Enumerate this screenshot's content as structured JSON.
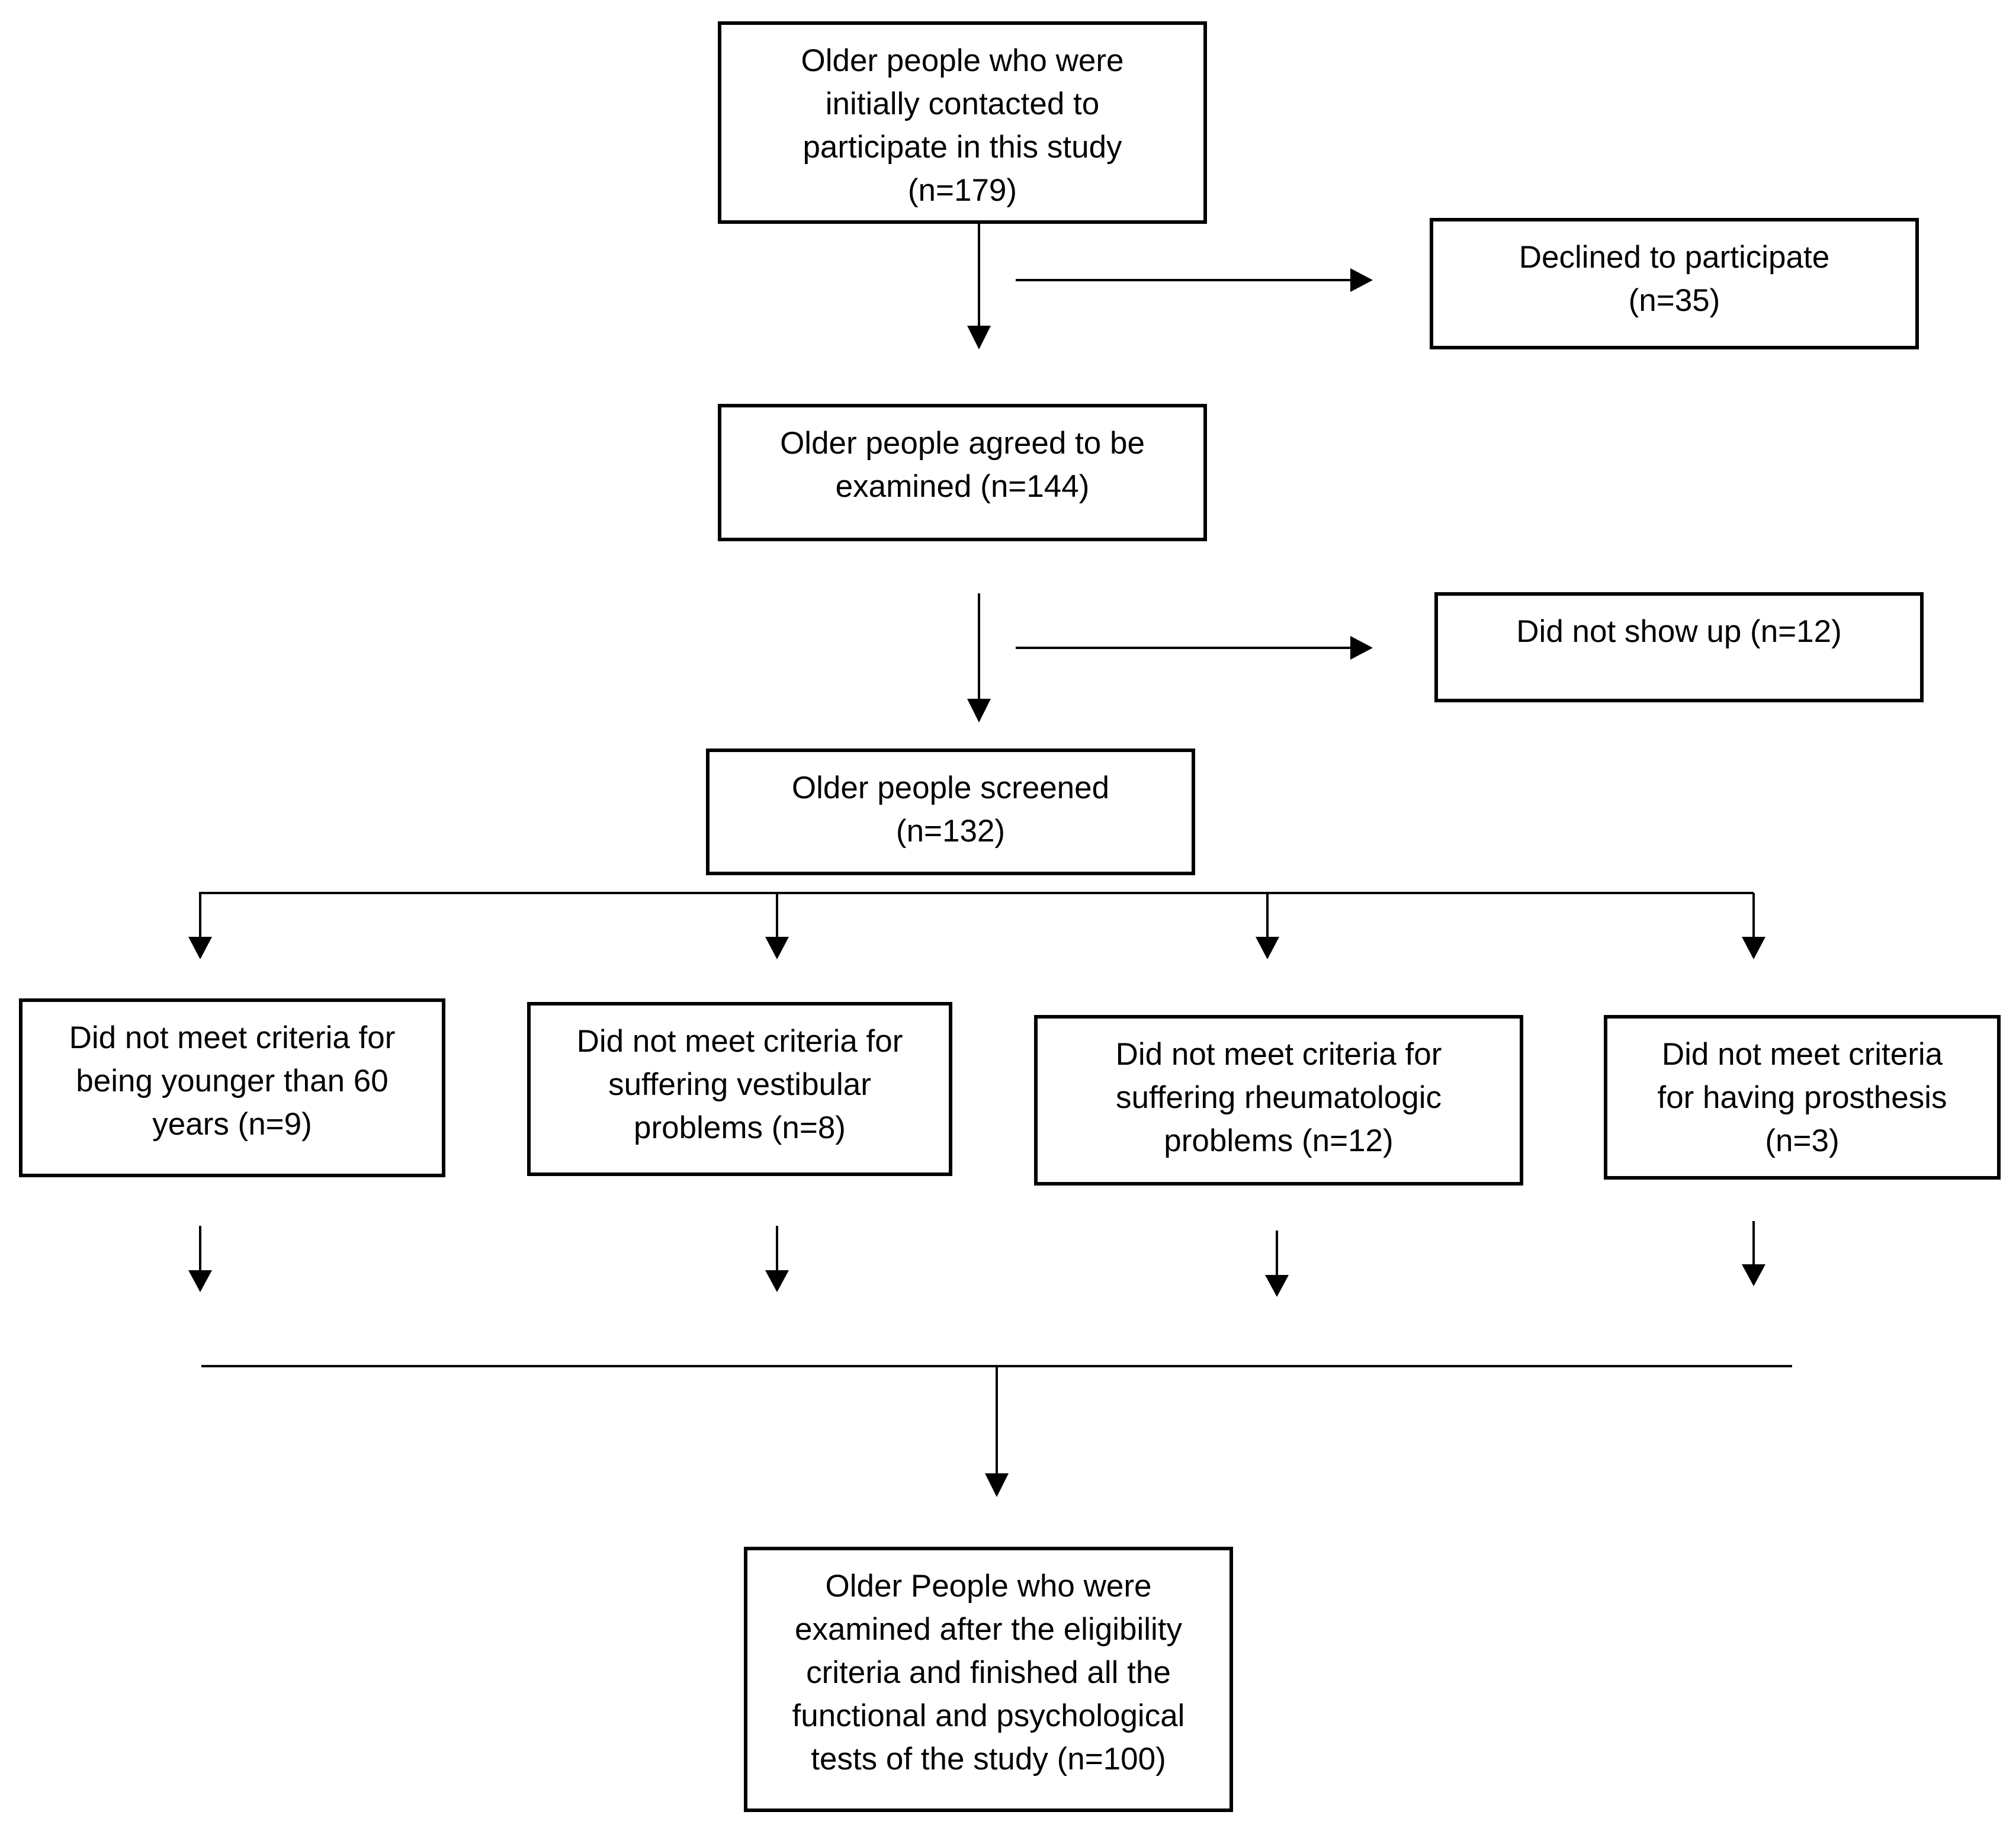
{
  "colors": {
    "line": "#000000",
    "background": "#ffffff",
    "text": "#000000"
  },
  "boxes": {
    "contacted": "Older people who were\ninitially contacted to\nparticipate in this study\n(n=179)",
    "declined": "Declined to participate\n(n=35)",
    "agreed": "Older people agreed to be\nexamined (n=144)",
    "no_show": "Did not show up (n=12)",
    "screened": "Older people screened\n(n=132)",
    "excl_age": "Did not meet criteria for\nbeing younger than 60\nyears (n=9)",
    "excl_vestibular": "Did not meet criteria for\nsuffering vestibular\nproblems (n=8)",
    "excl_rheumatologic": "Did not meet criteria for\nsuffering rheumatologic\nproblems (n=12)",
    "excl_prosthesis": "Did not meet criteria\nfor having prosthesis\n(n=3)",
    "final": "Older People who were\nexamined after the eligibility\ncriteria and finished all the\nfunctional and psychological\ntests of the study (n=100)"
  }
}
